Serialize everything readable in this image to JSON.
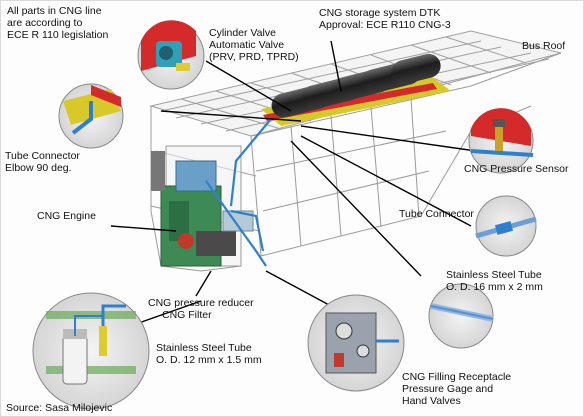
{
  "labels": {
    "legislation": [
      "All parts in CNG line",
      "are according to",
      "ECE R 110 legislation"
    ],
    "cylinder_valve": [
      "Cylinder Valve",
      "Automatic Valve",
      "(PRV, PRD, TPRD)"
    ],
    "storage": [
      "CNG storage system DTK",
      "Approval: ECE R110 CNG-3"
    ],
    "bus_roof": "Bus Roof",
    "tube_elbow": [
      "Tube Connector",
      "Elbow 90 deg."
    ],
    "pressure_sensor": "CNG Pressure Sensor",
    "engine": "CNG Engine",
    "tube_connector": "Tube Connector",
    "steel_tube_16": [
      "Stainless Steel Tube",
      "O. D. 16 mm x 2 mm"
    ],
    "reducer": [
      "CNG pressure reducer",
      "CNG Filter"
    ],
    "steel_tube_12": [
      "Stainless Steel Tube",
      "O. D. 12 mm x 1.5 mm"
    ],
    "filling": [
      "CNG Filling Receptacle",
      "Pressure Gage and",
      "Hand Valves"
    ],
    "source": "Source: Sasa Milojevic"
  },
  "colors": {
    "frame": "#9a9a9a",
    "cylinder": "#2a2a2a",
    "rail_red": "#d42a2a",
    "rail_yellow": "#d8c92a",
    "engine_green": "#3d8a55",
    "pipe_blue": "#2f7fd0"
  }
}
